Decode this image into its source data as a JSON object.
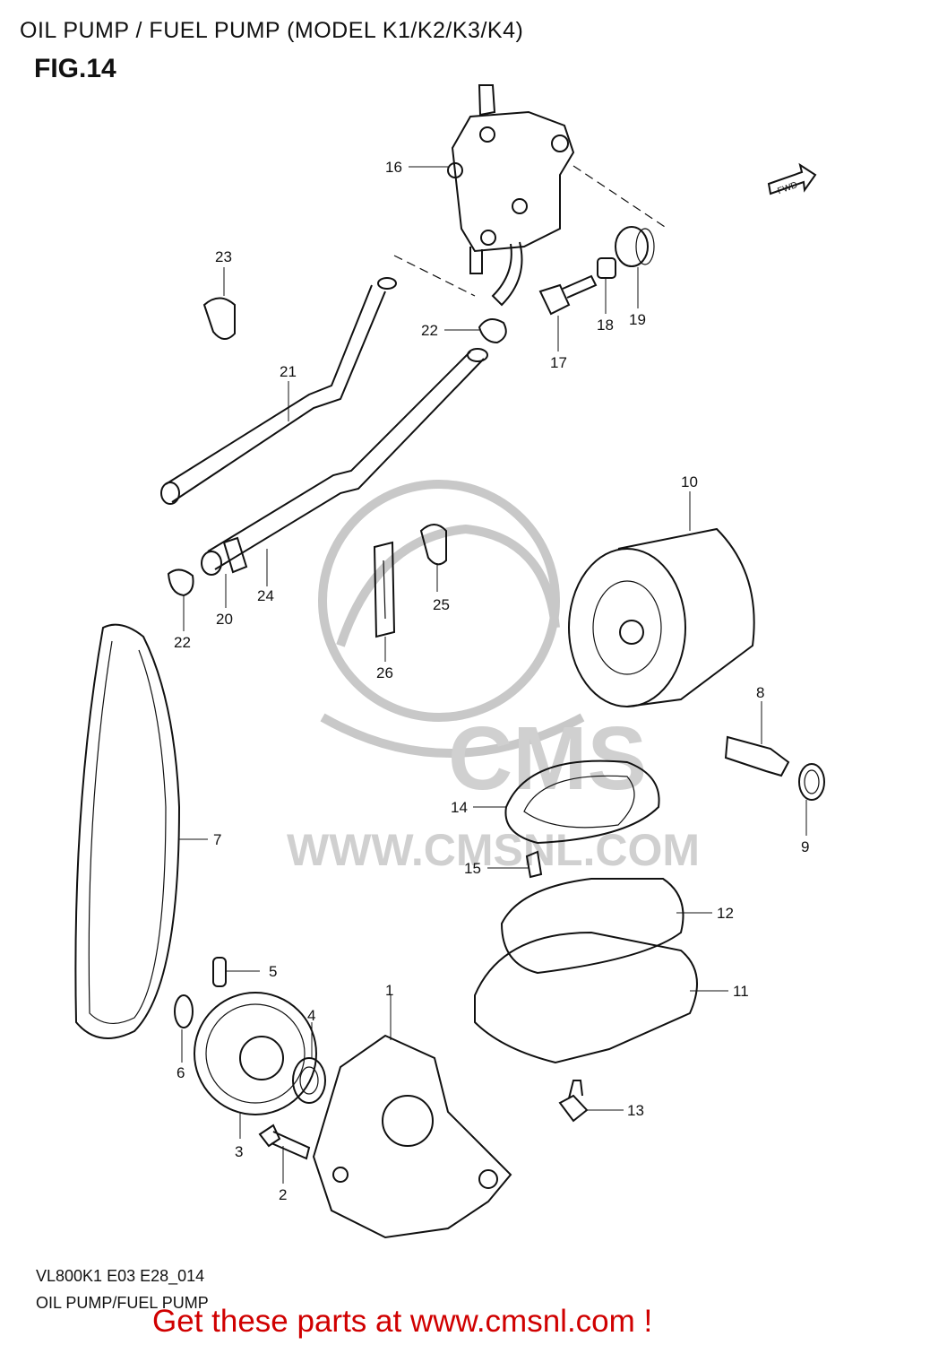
{
  "header": {
    "title": "OIL PUMP / FUEL PUMP (MODEL K1/K2/K3/K4)",
    "figure": "FIG.14"
  },
  "direction_tag": "FWD",
  "watermark": {
    "logo": "CMS",
    "url": "WWW.CMSNL.COM"
  },
  "part_labels": [
    "1",
    "2",
    "3",
    "4",
    "5",
    "6",
    "7",
    "8",
    "9",
    "10",
    "11",
    "12",
    "13",
    "14",
    "15",
    "16",
    "17",
    "18",
    "19",
    "20",
    "21",
    "22",
    "22",
    "23",
    "24",
    "25",
    "26"
  ],
  "footer": {
    "code": "VL800K1 E03 E28_014",
    "caption": "OIL PUMP/FUEL PUMP",
    "promo": "Get these parts at www.cmsnl.com !"
  }
}
